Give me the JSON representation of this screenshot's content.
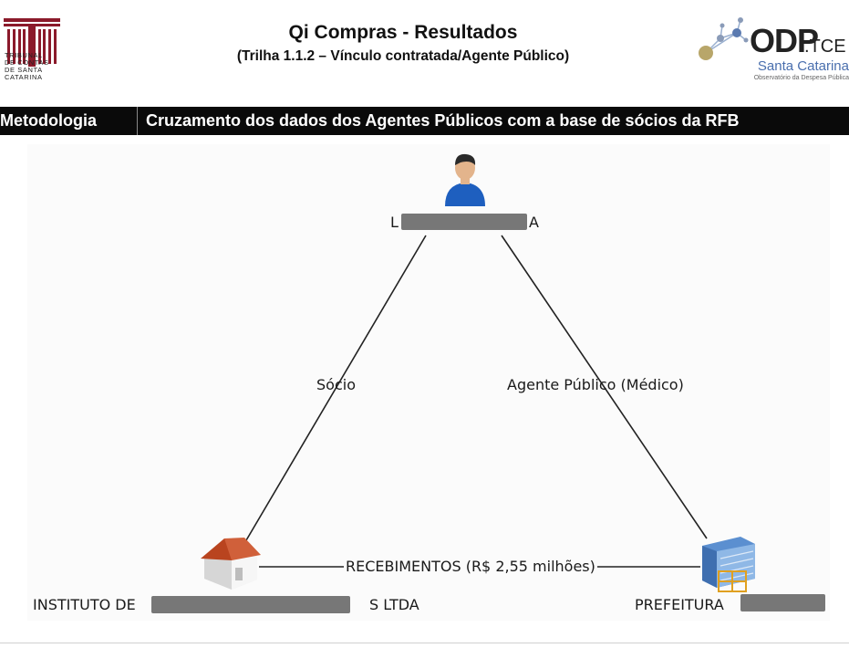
{
  "header": {
    "title": "Qi Compras - Resultados",
    "subtitle": "(Trilha 1.1.2 – Vínculo contratada/Agente Público)",
    "tce_logo_lines": [
      "TRIBUNAL",
      "DE CONTAS",
      "DE  SANTA",
      "CATARINA"
    ],
    "odp_logo": {
      "brand": "ODP",
      "suffix": ".TCE",
      "region": "Santa Catarina",
      "tagline": "Observatório da Despesa Pública"
    }
  },
  "methodology": {
    "label": "Metodologia",
    "text": "Cruzamento dos dados dos Agentes Públicos com a base de sócios da RFB"
  },
  "diagram": {
    "nodes": {
      "person": {
        "label_prefix": "L",
        "label_suffix": "A",
        "icon": "person-icon"
      },
      "company": {
        "label_prefix": "INSTITUTO DE",
        "label_suffix": "S LTDA",
        "icon": "house-icon"
      },
      "city_hall": {
        "label_prefix": "PREFEITURA",
        "icon": "building-icon"
      }
    },
    "edges": {
      "socio": "Sócio",
      "agente": "Agente Público (Médico)",
      "recebimentos": "RECEBIMENTOS (R$ 2,55 milhões)"
    }
  },
  "colors": {
    "bar": "#0a0a0a",
    "tce_red": "#8b1a2b",
    "roof": "#c8502e",
    "person_shirt": "#1e5fbf"
  }
}
